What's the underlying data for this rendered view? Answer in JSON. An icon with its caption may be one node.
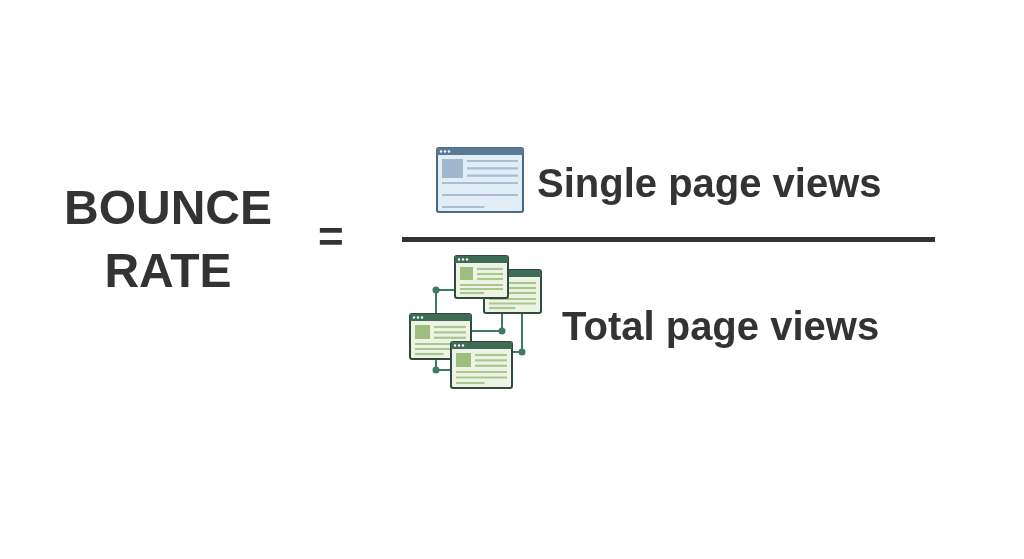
{
  "diagram": {
    "labels": [
      "BOUNCE RATE",
      "=",
      "Single page views",
      "Total page views"
    ]
  }
}
